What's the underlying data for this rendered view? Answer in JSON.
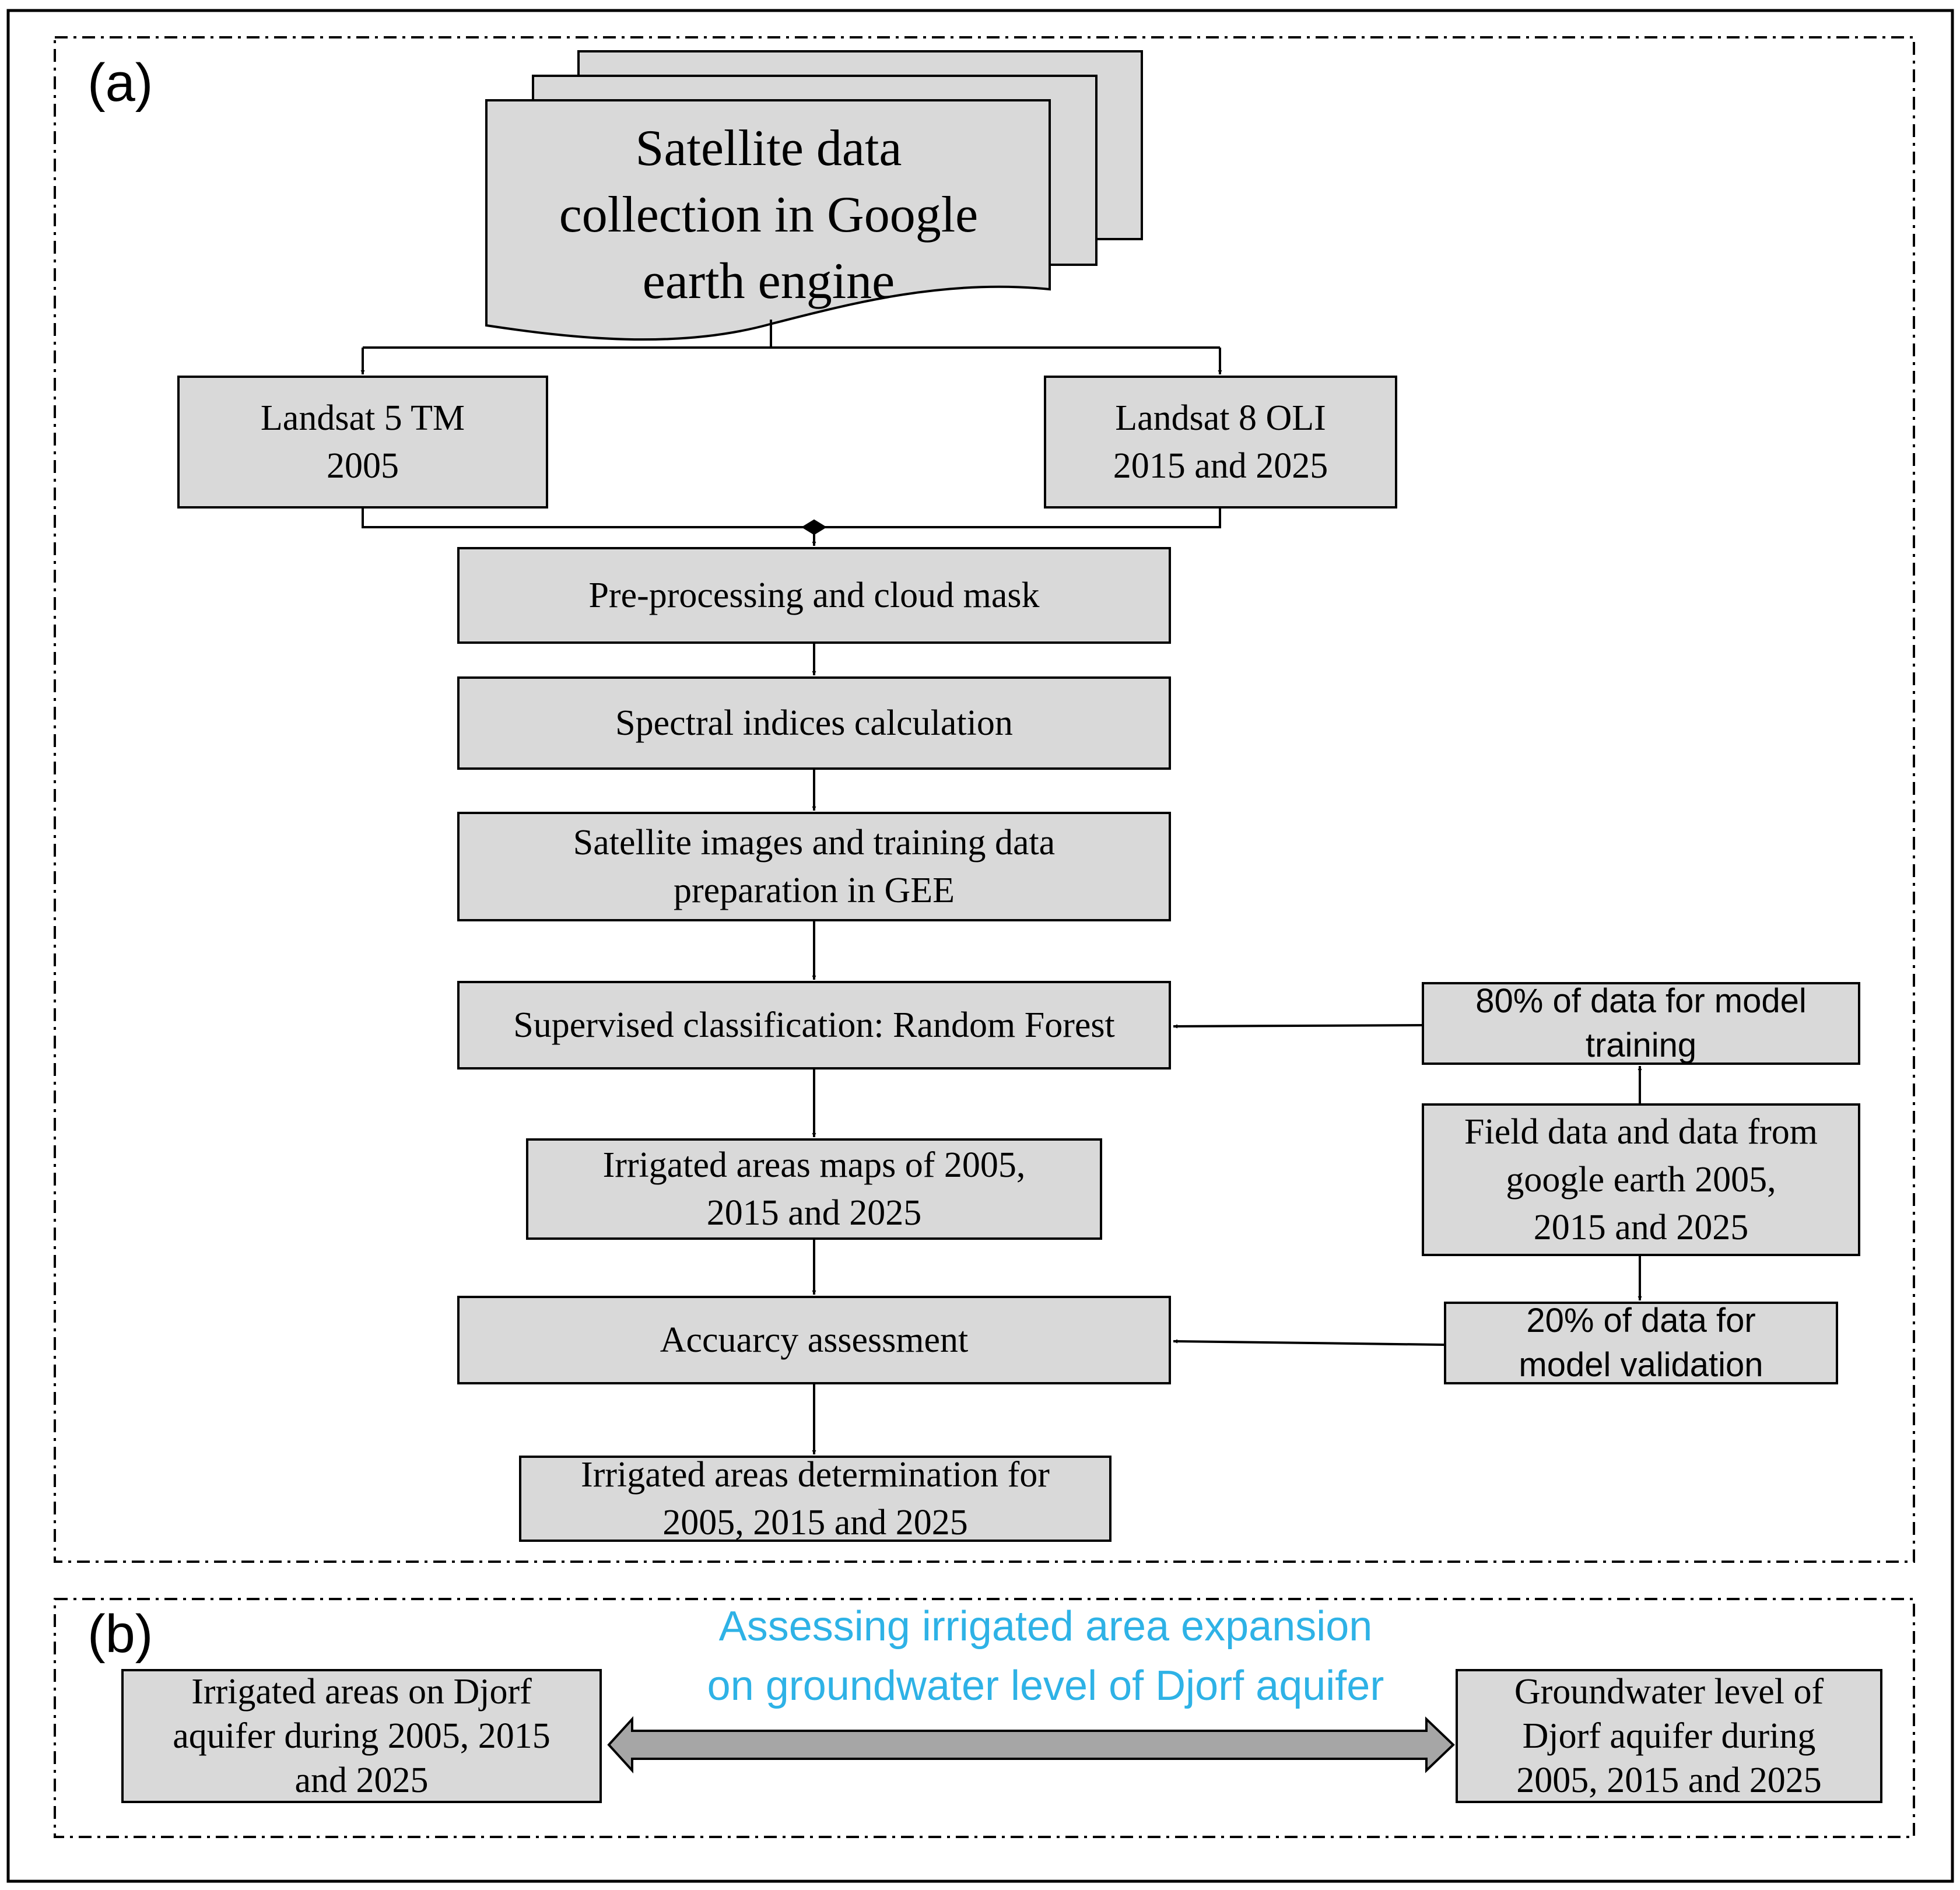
{
  "panels": {
    "a_label": "(a)",
    "b_label": "(b)"
  },
  "satellite_doc": {
    "lines": [
      "Satellite data",
      "collection in Google",
      "earth engine"
    ]
  },
  "landsat5": {
    "lines": [
      "Landsat 5 TM",
      "2005"
    ]
  },
  "landsat8": {
    "lines": [
      "Landsat 8 OLI",
      "2015 and 2025"
    ]
  },
  "preprocessing": {
    "lines": [
      "Pre-processing and cloud mask"
    ]
  },
  "spectral": {
    "lines": [
      "Spectral indices calculation"
    ]
  },
  "preparation": {
    "lines": [
      "Satellite images and training data",
      "preparation in GEE"
    ]
  },
  "classification": {
    "lines": [
      "Supervised classification: Random Forest"
    ]
  },
  "training_data": {
    "lines": [
      "80% of data for model",
      "training"
    ]
  },
  "field_data": {
    "lines": [
      "Field data and data from",
      "google earth 2005,",
      "2015 and 2025"
    ]
  },
  "maps": {
    "lines": [
      "Irrigated areas maps of 2005,",
      "2015 and 2025"
    ]
  },
  "accuracy": {
    "lines": [
      "Accuarcy assessment"
    ]
  },
  "validation_data": {
    "lines": [
      "20% of data for",
      "model validation"
    ]
  },
  "determination": {
    "lines": [
      "Irrigated areas determination for",
      "2005, 2015 and 2025"
    ]
  },
  "irrigated_djorf": {
    "lines": [
      "Irrigated areas on Djorf",
      "aquifer during 2005, 2015",
      "and 2025"
    ]
  },
  "groundwater": {
    "lines": [
      "Groundwater level of",
      "Djorf aquifer during",
      "2005, 2015 and 2025"
    ]
  },
  "assessment_caption": {
    "lines": [
      "Assessing irrigated area expansion",
      "on groundwater level of Djorf aquifer"
    ],
    "color": "#2eb2e6"
  },
  "colors": {
    "box_fill": "#d9d9d9",
    "double_arrow_fill": "#a6a6a6",
    "line": "#000000"
  }
}
